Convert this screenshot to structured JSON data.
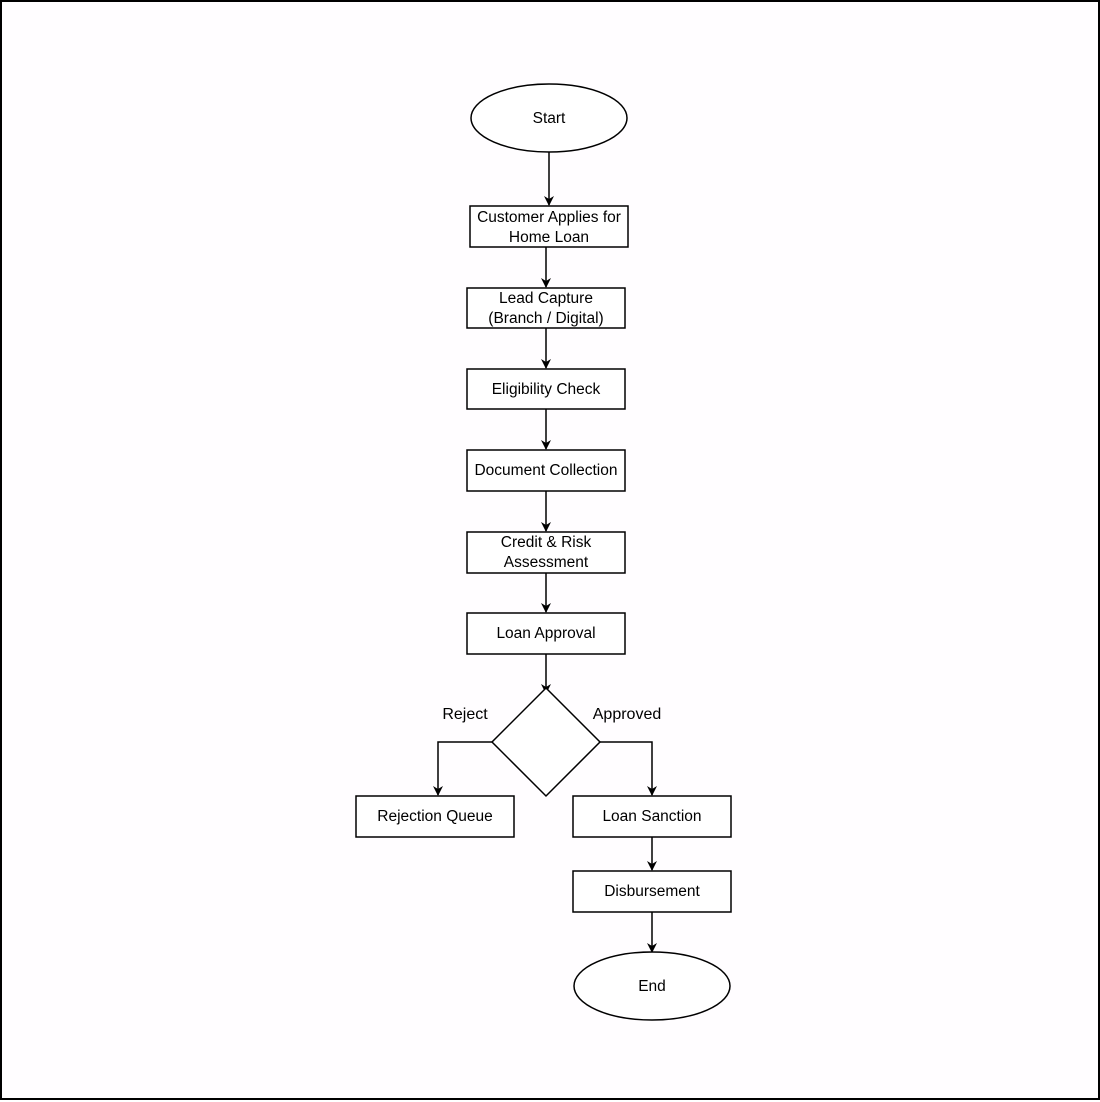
{
  "colors": {
    "stroke": "#000000",
    "fill": "#ffffff",
    "text": "#000000",
    "page": "#fffdff"
  },
  "nodes": {
    "start": {
      "label": "Start"
    },
    "apply": {
      "line1": "Customer Applies for",
      "line2": "Home Loan"
    },
    "lead": {
      "line1": "Lead Capture",
      "line2": "(Branch / Digital)"
    },
    "eligibility": {
      "label": "Eligibility Check"
    },
    "documents": {
      "label": "Document Collection"
    },
    "credit": {
      "line1": "Credit & Risk",
      "line2": "Assessment"
    },
    "approval": {
      "label": "Loan Approval"
    },
    "decision": {
      "label": ""
    },
    "rejection": {
      "label": "Rejection Queue"
    },
    "sanction": {
      "label": "Loan Sanction"
    },
    "disbursement": {
      "label": "Disbursement"
    },
    "end": {
      "label": "End"
    }
  },
  "edges": {
    "reject_label": "Reject",
    "approved_label": "Approved"
  }
}
